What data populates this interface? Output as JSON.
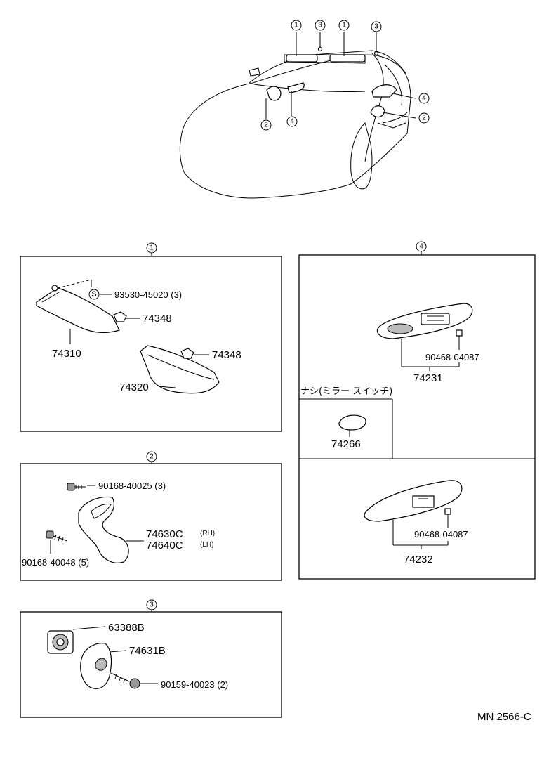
{
  "callouts": {
    "c1": "1",
    "c2": "2",
    "c3": "3",
    "c4": "4"
  },
  "visor_box": {
    "screw": "93530-45020 (3)",
    "screw_badge": "S",
    "clip_a": "74348",
    "clip_b": "74348",
    "visor_lh": "74310",
    "visor_rh": "74320"
  },
  "switch_box": {
    "screw_upper": "90468-04087",
    "panel_upper": "74231",
    "note_jp": "ナシ(ミラー スイッチ)",
    "cap": "74266",
    "screw_lower": "90468-04087",
    "panel_lower": "74232"
  },
  "grip_box": {
    "screw_upper": "90168-40025 (3)",
    "screw_lower": "90168-40048 (5)",
    "part_rh": "74630C",
    "part_rh_side": "(RH)",
    "part_lh": "74640C",
    "part_lh_side": "(LH)"
  },
  "hook_box": {
    "part_a": "63388B",
    "part_b": "74631B",
    "screw": "90159-40023 (2)"
  },
  "footer": {
    "code": "MN 2566-C"
  }
}
